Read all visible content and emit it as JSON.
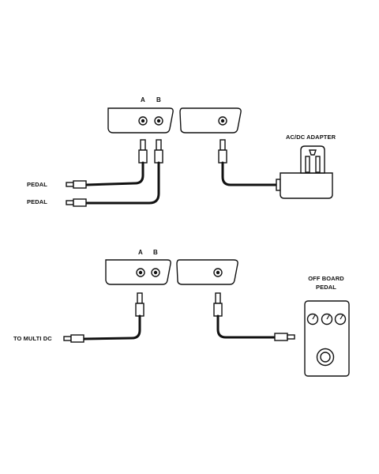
{
  "top": {
    "jack_a_label": "A",
    "jack_b_label": "B",
    "adapter_label": "AC/DC ADAPTER",
    "pedal_label_1": "PEDAL",
    "pedal_label_2": "PEDAL"
  },
  "bottom": {
    "jack_a_label": "A",
    "jack_b_label": "B",
    "multi_dc_label": "TO MULTI DC",
    "offboard_label_line1": "OFF BOARD",
    "offboard_label_line2": "PEDAL"
  },
  "colors": {
    "ink": "#111111",
    "background": "#ffffff"
  }
}
